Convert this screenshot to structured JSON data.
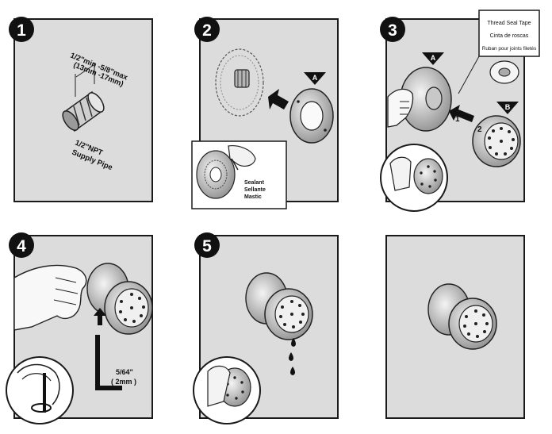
{
  "steps": [
    {
      "number": "1",
      "annotations": {
        "dimension": "1/2\"min -5/8\"max",
        "dimension_metric": "(13mm -17mm)",
        "pipe_line1": "1/2\"NPT",
        "pipe_line2": "Supply Pipe"
      }
    },
    {
      "number": "2",
      "callout": "A",
      "inset_text": [
        "Sealant",
        "Sellante",
        "Mastic"
      ]
    },
    {
      "number": "3",
      "callouts": [
        "A",
        "B"
      ],
      "arrows": [
        "1",
        "2"
      ],
      "tape_box": [
        "Thread Seal Tape",
        "Cinta de roscas",
        "Ruban pour joints filetés"
      ]
    },
    {
      "number": "4",
      "wrench_size": "5/64\"",
      "wrench_metric": "( 2mm )"
    },
    {
      "number": "5"
    },
    {
      "number": ""
    }
  ],
  "colors": {
    "panel_fill": "#dcdcdc",
    "panel_border": "#1a1a1a",
    "badge": "#111111",
    "badge_text": "#ffffff"
  }
}
